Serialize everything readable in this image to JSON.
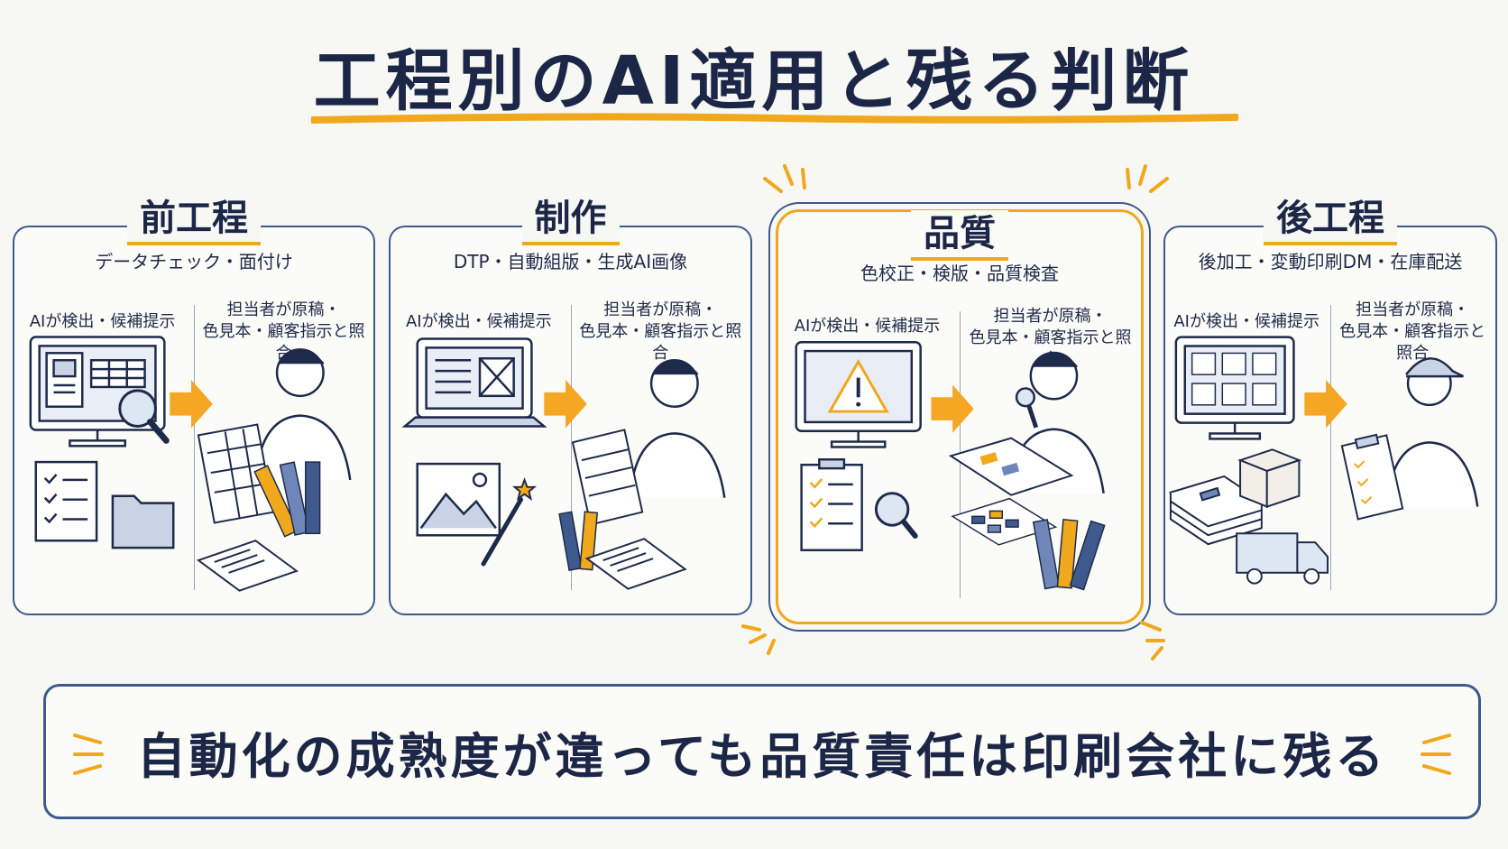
{
  "title": "工程別のAI適用と残る判断",
  "colors": {
    "navy": "#1c2747",
    "frame": "#3e5a8c",
    "accent": "#f0a81c",
    "arrow": "#f5a623"
  },
  "phases": [
    {
      "name": "前工程",
      "tasks": "データチェック・面付け",
      "ai_label": "AIが検出・候補提示",
      "human_label_1": "担当者が原稿・",
      "human_label_2": "色見本・顧客指示と照合",
      "icons": [
        "monitor-icon",
        "magnifier-icon",
        "checklist-icon",
        "folder-icon",
        "arrow-right-icon",
        "person-icon",
        "imposition-sheet-icon",
        "color-swatch-icon"
      ]
    },
    {
      "name": "制作",
      "tasks": "DTP・自動組版・生成AI画像",
      "ai_label": "AIが検出・候補提示",
      "human_label_1": "担当者が原稿・",
      "human_label_2": "色見本・顧客指示と照合",
      "icons": [
        "laptop-icon",
        "image-icon",
        "magic-wand-icon",
        "arrow-right-icon",
        "person-icon",
        "layout-sheet-icon",
        "color-swatch-icon"
      ]
    },
    {
      "name": "品質",
      "tasks": "色校正・検版・品質検査",
      "ai_label": "AIが検出・候補提示",
      "human_label_1": "担当者が原稿・",
      "human_label_2": "色見本・顧客指示と照合",
      "highlighted": true,
      "icons": [
        "monitor-icon",
        "warning-icon",
        "checklist-icon",
        "magnifier-icon",
        "arrow-right-icon",
        "person-with-loupe-icon",
        "proof-sheet-icon",
        "color-swatch-icon"
      ]
    },
    {
      "name": "後工程",
      "tasks": "後加工・変動印刷DM・在庫配送",
      "ai_label": "AIが検出・候補提示",
      "human_label_1": "担当者が原稿・",
      "human_label_2": "色見本・顧客指示と照合",
      "icons": [
        "monitor-icon",
        "paper-stack-icon",
        "box-icon",
        "truck-icon",
        "arrow-right-icon",
        "person-with-cap-icon",
        "clipboard-icon"
      ]
    }
  ],
  "conclusion": "自動化の成熟度が違っても品質責任は印刷会社に残る"
}
